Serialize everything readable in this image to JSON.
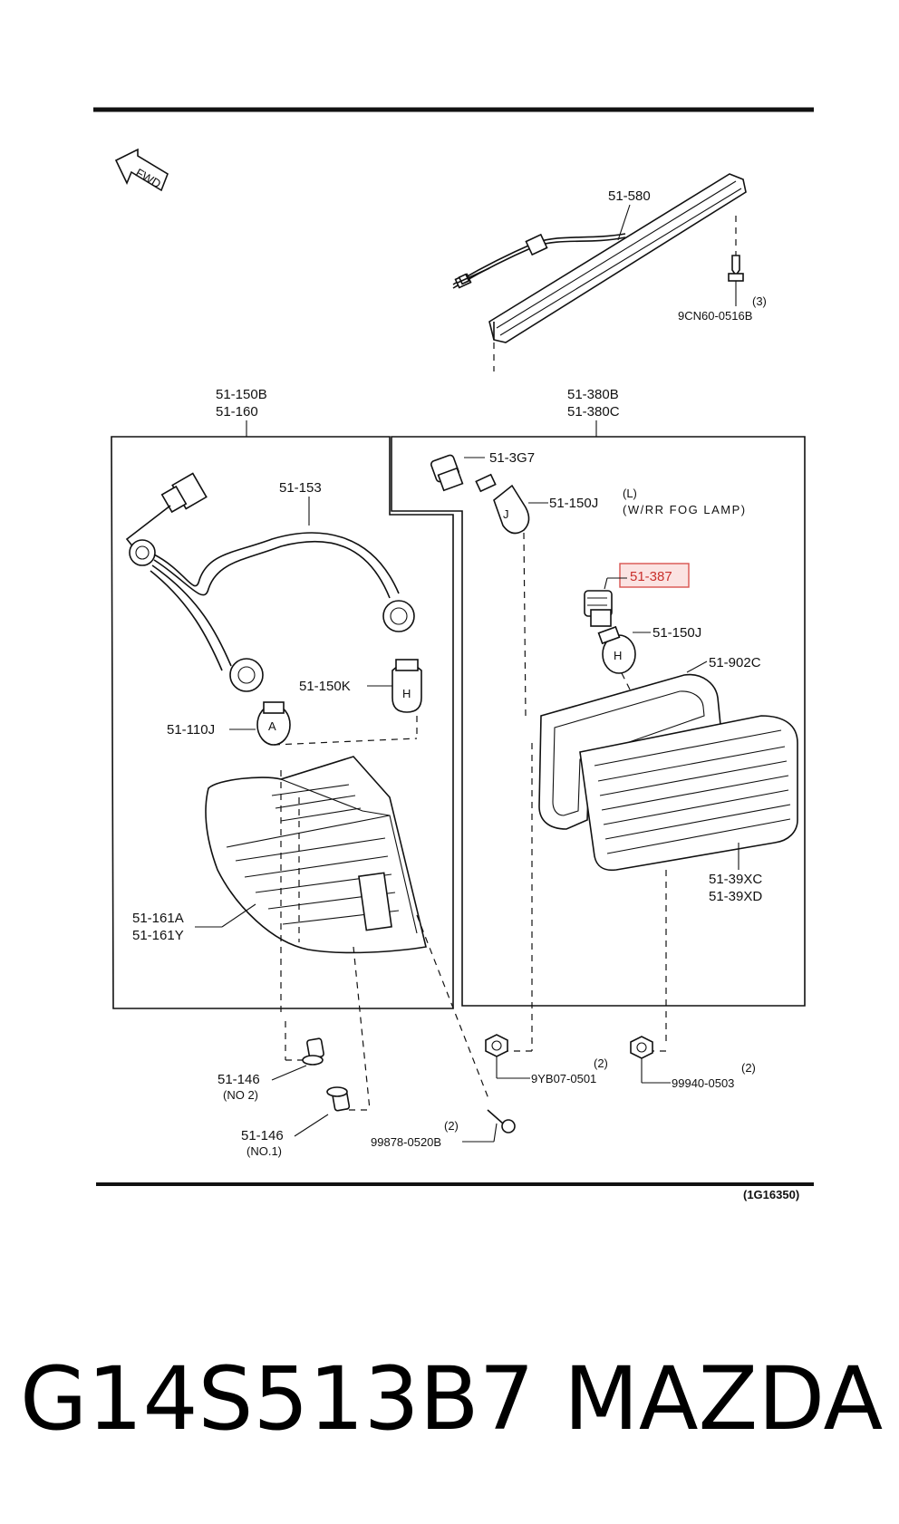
{
  "diagram": {
    "fwd_label": "FWD",
    "ref_code": "(1G16350)",
    "part_number": "G14S513B7",
    "brand": "MAZDA",
    "highlight_color": "#d9534f",
    "labels": {
      "high_mount_lamp": "51-580",
      "screw_qty": "(3)",
      "screw_code": "9CN60-0516B",
      "left_box_line1": "51-150B",
      "left_box_line2": "51-160",
      "right_box_line1": "51-380B",
      "right_box_line2": "51-380C",
      "socket_3g7": "51-3G7",
      "bulb_150j_a": "51-150J",
      "bulb_note_line1": "(L)",
      "bulb_note_line2": "(W/RR  FOG  LAMP)",
      "socket_387": "51-387",
      "bulb_150j_b": "51-150J",
      "gasket": "51-902C",
      "inner_lamp_line1": "51-39XC",
      "inner_lamp_line2": "51-39XD",
      "harness": "51-153",
      "bulb_150k": "51-150K",
      "bulb_110j": "51-110J",
      "outer_lamp_line1": "51-161A",
      "outer_lamp_line2": "51-161Y",
      "clip_no2": "51-146",
      "clip_no2_note": "(NO 2)",
      "clip_no1": "51-146",
      "clip_no1_note": "(NO.1)",
      "screw2_qty": "(2)",
      "screw2_code": "99878-0520B",
      "nut_a_qty": "(2)",
      "nut_a_code": "9YB07-0501",
      "nut_b_qty": "(2)",
      "nut_b_code": "99940-0503"
    }
  }
}
